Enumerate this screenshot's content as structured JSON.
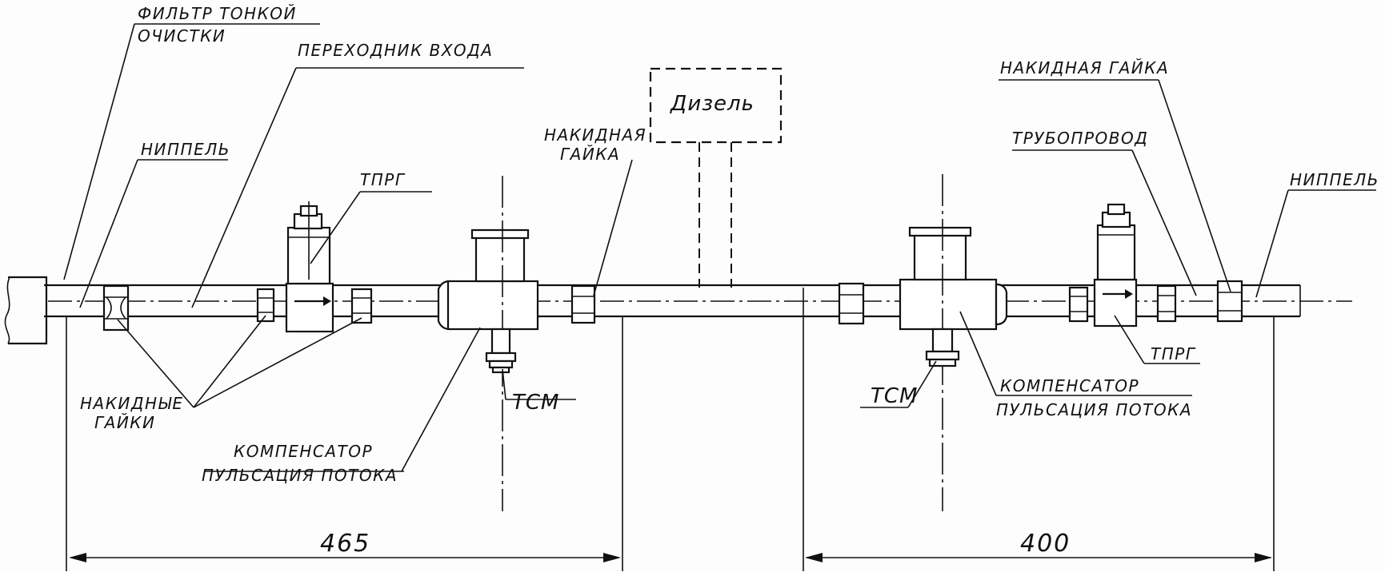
{
  "labels": {
    "filter": [
      "ФИЛЬТР ТОНКОЙ",
      "ОЧИСТКИ"
    ],
    "inlet_adapter": "ПЕРЕХОДНИК ВХОДА",
    "nipple_left": "НИППЕЛЬ",
    "tprg_left": "ТПРГ",
    "union_nut_top_left": [
      "НАКИДНАЯ",
      "ГАЙКА"
    ],
    "diesel": "Дизель",
    "union_nuts_left": [
      "НАКИДНЫЕ",
      "ГАЙКИ"
    ],
    "compensator_left": [
      "КОМПЕНСАТОР",
      "ПУЛЬСАЦИЯ ПОТОКА"
    ],
    "tsm_left": "ТСМ",
    "dim_left": "465",
    "union_nut_top_right": "НАКИДНАЯ ГАЙКА",
    "pipeline": "ТРУБОПРОВОД",
    "nipple_right": "НИППЕЛЬ",
    "tprg_right": "ТПРГ",
    "tsm_right": "ТСМ",
    "compensator_right": [
      "КОМПЕНСАТОР",
      "ПУЛЬСАЦИЯ ПОТОКА"
    ],
    "dim_right": "400"
  },
  "colors": {
    "ink": "#111111",
    "paper": "#fdfdfd"
  }
}
